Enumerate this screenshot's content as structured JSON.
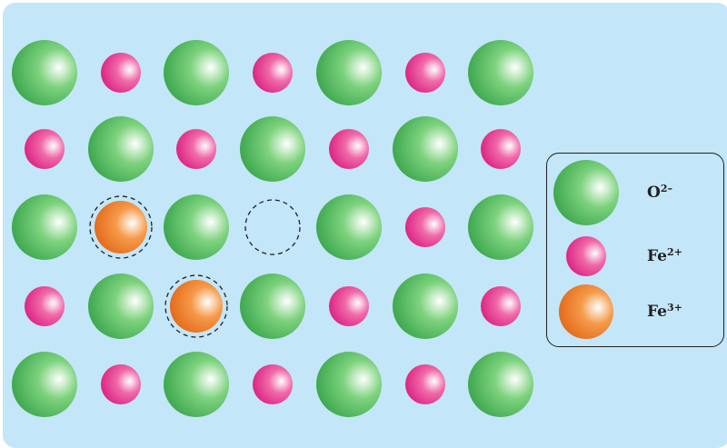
{
  "colors": {
    "background": "#c3e6f8",
    "oxide": [
      "#ffffff",
      "#7dd27d",
      "#2f9e45"
    ],
    "ferrous": [
      "#ffffff",
      "#f06aa8",
      "#d8147c"
    ],
    "ferric": [
      "#ffffff",
      "#f59a4a",
      "#e0600f"
    ],
    "vacancy_outline": "#231f20"
  },
  "lattice": {
    "rows": [
      [
        "oxide",
        "ferrous",
        "oxide",
        "ferrous",
        "oxide",
        "ferrous",
        "oxide"
      ],
      [
        "ferrous",
        "oxide",
        "ferrous",
        "oxide",
        "ferrous",
        "oxide",
        "ferrous"
      ],
      [
        "oxide",
        "ferric-marked",
        "oxide",
        "vacancy",
        "oxide",
        "ferrous",
        "oxide"
      ],
      [
        "ferrous",
        "oxide",
        "ferric-marked",
        "oxide",
        "ferrous",
        "oxide",
        "ferrous"
      ],
      [
        "oxide",
        "ferrous",
        "oxide",
        "ferrous",
        "oxide",
        "ferrous",
        "oxide"
      ]
    ]
  },
  "legend": {
    "items": [
      {
        "ion": "oxide",
        "base": "O",
        "charge": "2–"
      },
      {
        "ion": "ferrous",
        "base": "Fe",
        "charge": "2+"
      },
      {
        "ion": "ferric",
        "base": "Fe",
        "charge": "3+"
      }
    ]
  }
}
